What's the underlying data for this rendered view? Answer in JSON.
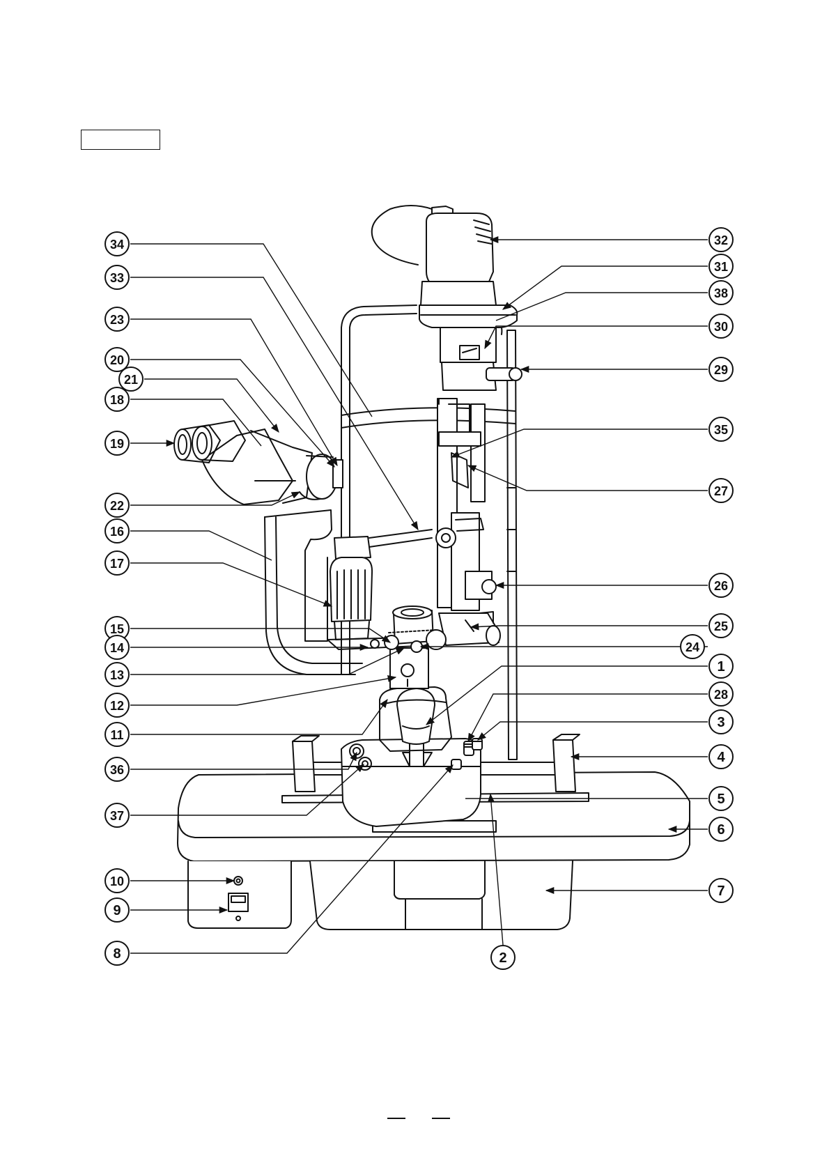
{
  "diagram": {
    "callouts": [
      {
        "id": "34",
        "text": "34"
      },
      {
        "id": "33",
        "text": "33"
      },
      {
        "id": "23",
        "text": "23"
      },
      {
        "id": "20",
        "text": "20"
      },
      {
        "id": "21",
        "text": "21"
      },
      {
        "id": "18",
        "text": "18"
      },
      {
        "id": "19",
        "text": "19"
      },
      {
        "id": "22",
        "text": "22"
      },
      {
        "id": "16",
        "text": "16"
      },
      {
        "id": "17",
        "text": "17"
      },
      {
        "id": "15",
        "text": "15"
      },
      {
        "id": "14",
        "text": "14"
      },
      {
        "id": "13",
        "text": "13"
      },
      {
        "id": "12",
        "text": "12"
      },
      {
        "id": "11",
        "text": "11"
      },
      {
        "id": "36",
        "text": "36"
      },
      {
        "id": "37",
        "text": "37"
      },
      {
        "id": "10",
        "text": "10"
      },
      {
        "id": "9",
        "text": "9"
      },
      {
        "id": "8",
        "text": "8"
      },
      {
        "id": "32",
        "text": "32"
      },
      {
        "id": "31",
        "text": "31"
      },
      {
        "id": "38",
        "text": "38"
      },
      {
        "id": "30",
        "text": "30"
      },
      {
        "id": "29",
        "text": "29"
      },
      {
        "id": "35",
        "text": "35"
      },
      {
        "id": "27",
        "text": "27"
      },
      {
        "id": "26",
        "text": "26"
      },
      {
        "id": "25",
        "text": "25"
      },
      {
        "id": "24",
        "text": "24"
      },
      {
        "id": "1",
        "text": "1"
      },
      {
        "id": "28",
        "text": "28"
      },
      {
        "id": "3",
        "text": "3"
      },
      {
        "id": "4",
        "text": "4"
      },
      {
        "id": "5",
        "text": "5"
      },
      {
        "id": "6",
        "text": "6"
      },
      {
        "id": "7",
        "text": "7"
      },
      {
        "id": "2",
        "text": "2"
      }
    ]
  }
}
